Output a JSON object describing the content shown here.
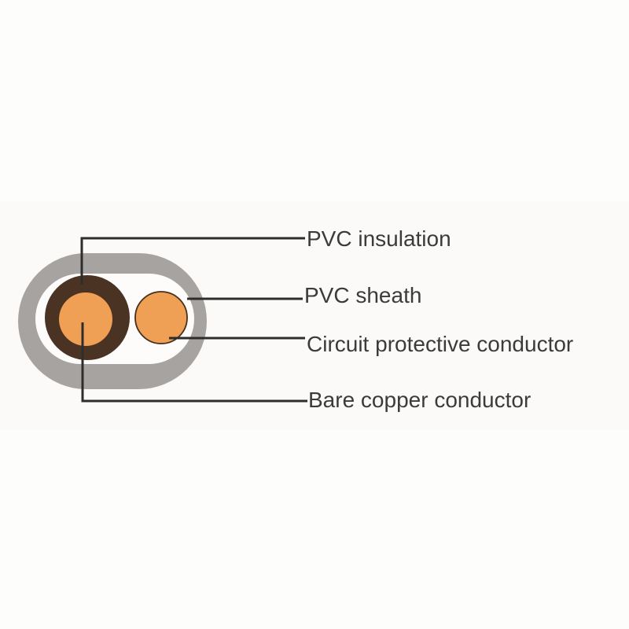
{
  "diagram": {
    "type": "cable-cross-section",
    "description": "Two-core flat PVC cable cross-section with labelled parts",
    "labels": {
      "pvc_insulation": "PVC insulation",
      "pvc_sheath": "PVC sheath",
      "circuit_protective_conductor": "Circuit protective conductor",
      "bare_copper_conductor": "Bare copper conductor"
    },
    "parts": [
      {
        "name": "PVC sheath",
        "color": "#a6a3a1",
        "shape": "stadium ring"
      },
      {
        "name": "PVC insulation",
        "color": "#4a3323",
        "shape": "ring around left conductor"
      },
      {
        "name": "Bare copper conductor",
        "color": "#f0a054",
        "shape": "circle inside insulation"
      },
      {
        "name": "Circuit protective conductor",
        "color": "#f0a054",
        "shape": "outlined circle on right"
      }
    ],
    "colors": {
      "background": "#fdfdfc",
      "band": "#fbfaf8",
      "sheath_grey": "#a6a3a1",
      "interior_white": "#fdfcfa",
      "insulation_brown": "#4a3323",
      "copper_orange": "#f0a054",
      "cpc_outline": "#46301f",
      "leader_line": "#2d2d2d",
      "label_text": "#3b3b3b"
    }
  }
}
